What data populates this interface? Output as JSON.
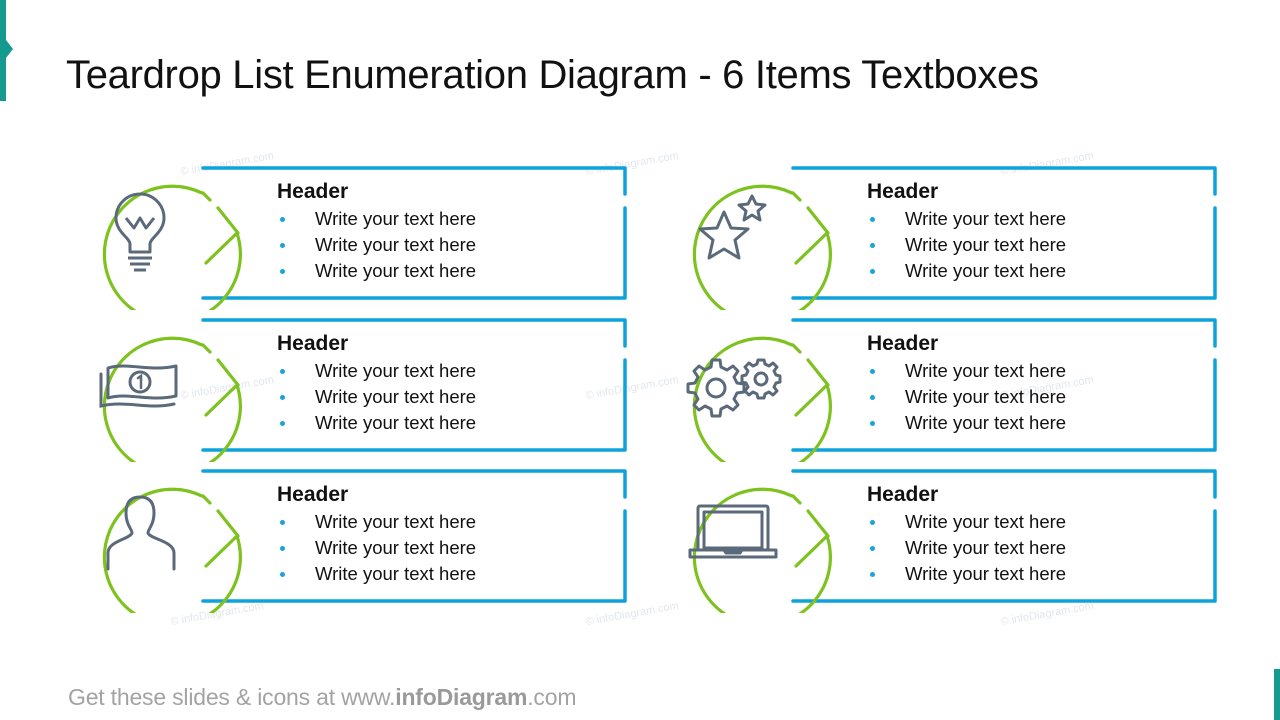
{
  "title": "Teardrop List Enumeration Diagram - 6 Items Textboxes",
  "colors": {
    "teardrop_outline": "#7dc21e",
    "box_border": "#0ea2dc",
    "icon_stroke": "#5b6a7a",
    "bullet": "#1aa3dc",
    "accent": "#16998f"
  },
  "items": [
    {
      "icon": "lightbulb-icon",
      "header": "Header",
      "bullets": [
        "Write your text here",
        "Write your text here",
        "Write your text here"
      ]
    },
    {
      "icon": "money-bill-icon",
      "header": "Header",
      "bullets": [
        "Write your text here",
        "Write your text here",
        "Write your text here"
      ]
    },
    {
      "icon": "person-icon",
      "header": "Header",
      "bullets": [
        "Write your text here",
        "Write your text here",
        "Write your text here"
      ]
    },
    {
      "icon": "stars-icon",
      "header": "Header",
      "bullets": [
        "Write your text here",
        "Write your text here",
        "Write your text here"
      ]
    },
    {
      "icon": "gears-icon",
      "header": "Header",
      "bullets": [
        "Write your text here",
        "Write your text here",
        "Write your text here"
      ]
    },
    {
      "icon": "laptop-icon",
      "header": "Header",
      "bullets": [
        "Write your text here",
        "Write your text here",
        "Write your text here"
      ]
    }
  ],
  "watermark": "© infoDiagram.com",
  "footer": {
    "prefix": "Get these slides & icons at www.",
    "brand": "infoDiagram",
    "suffix": ".com"
  }
}
